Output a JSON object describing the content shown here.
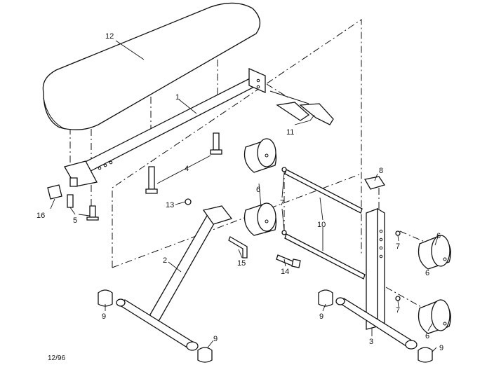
{
  "diagram": {
    "footer_code": "12/96",
    "parts": [
      {
        "id": "p12",
        "label": "12"
      },
      {
        "id": "p1",
        "label": "1"
      },
      {
        "id": "p11",
        "label": "11"
      },
      {
        "id": "p4",
        "label": "4"
      },
      {
        "id": "p6a",
        "label": "6"
      },
      {
        "id": "p8",
        "label": "8"
      },
      {
        "id": "p7a",
        "label": "7"
      },
      {
        "id": "p16",
        "label": "16"
      },
      {
        "id": "p5",
        "label": "5"
      },
      {
        "id": "p13",
        "label": "13"
      },
      {
        "id": "p10",
        "label": "10"
      },
      {
        "id": "p7b",
        "label": "7"
      },
      {
        "id": "p6b",
        "label": "6"
      },
      {
        "id": "p2",
        "label": "2"
      },
      {
        "id": "p15",
        "label": "15"
      },
      {
        "id": "p14",
        "label": "14"
      },
      {
        "id": "p7c",
        "label": "7"
      },
      {
        "id": "p9a",
        "label": "9"
      },
      {
        "id": "p9b",
        "label": "9"
      },
      {
        "id": "p9c",
        "label": "9"
      },
      {
        "id": "p6c",
        "label": "6"
      },
      {
        "id": "p6d",
        "label": "6"
      },
      {
        "id": "p3",
        "label": "3"
      },
      {
        "id": "p9d",
        "label": "9"
      }
    ]
  }
}
